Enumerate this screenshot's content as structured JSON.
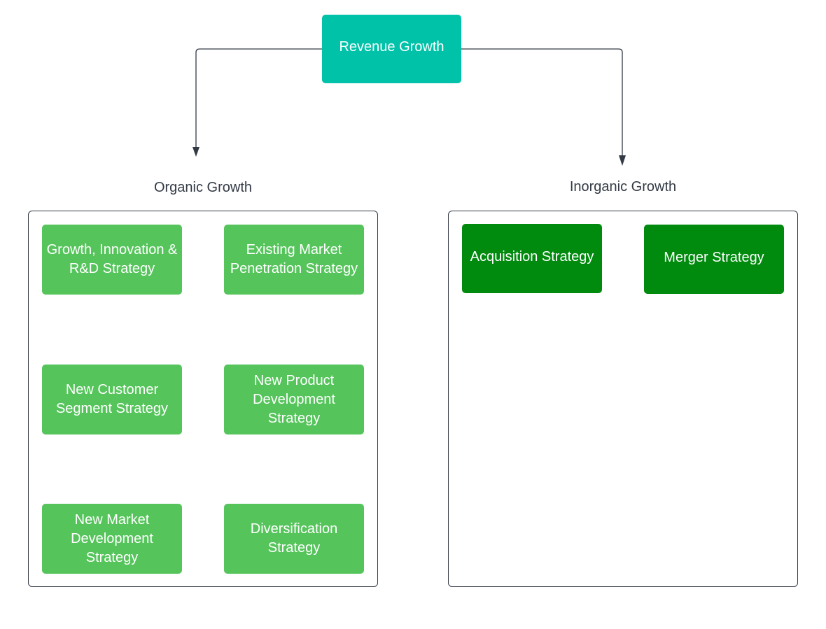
{
  "root": {
    "label": "Revenue Growth",
    "color": "#00c2a8"
  },
  "groups": {
    "organic": {
      "label": "Organic Growth",
      "box_color": "#55c45b",
      "items": [
        "Growth, Innovation & R&D Strategy",
        "Existing Market Penetration Strategy",
        "New Customer Segment Strategy",
        "New Product Development Strategy",
        "New Market Development Strategy",
        "Diversification Strategy"
      ]
    },
    "inorganic": {
      "label": "Inorganic Growth",
      "box_color": "#008a0e",
      "items": [
        "Acquisition Strategy",
        "Merger Strategy"
      ]
    }
  },
  "connector_color": "#333a45"
}
